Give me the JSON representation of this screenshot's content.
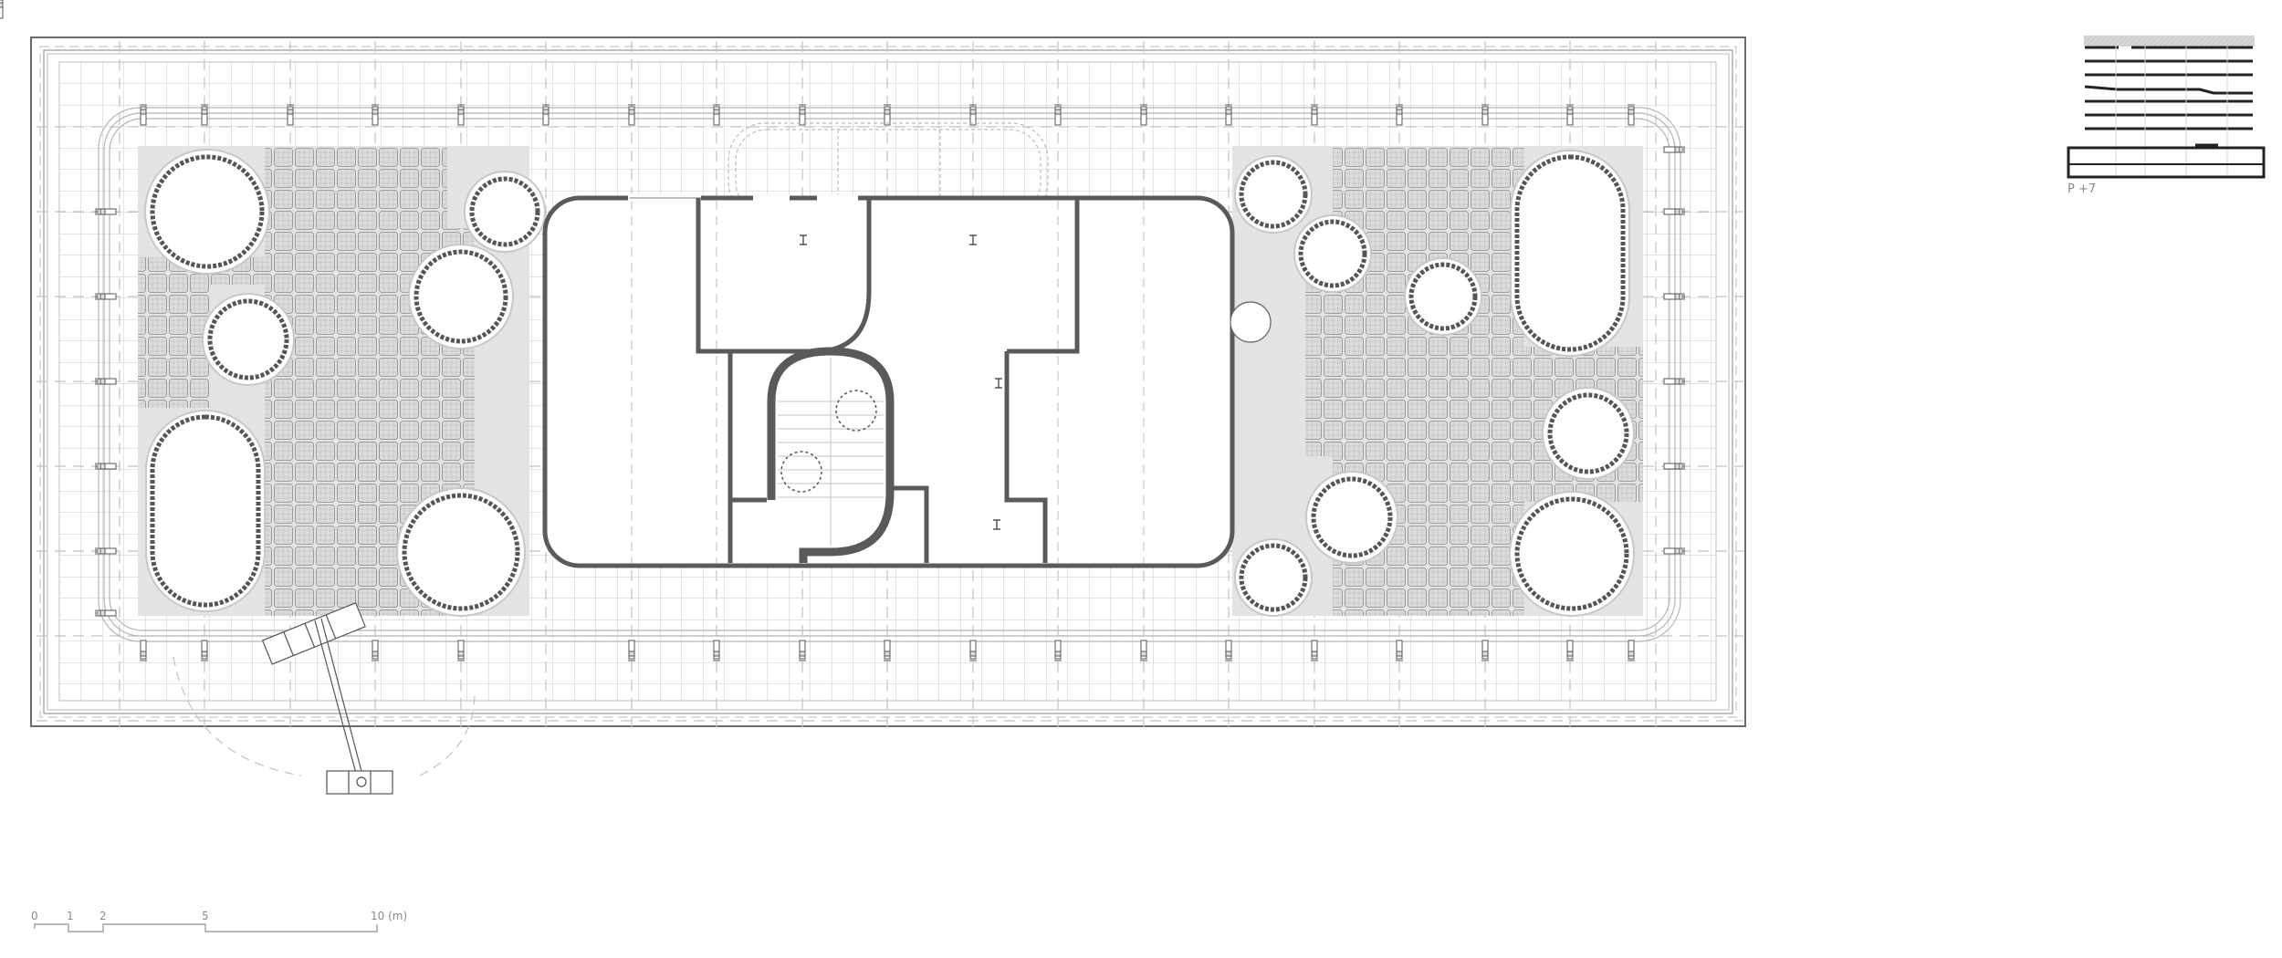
{
  "drawing": {
    "type": "architectural floor plan",
    "level_label": "P +7",
    "colors": {
      "wall": "#5a5a5a",
      "grid": "#c9c9c9",
      "paving": "#e2e2e2",
      "planter_ring": "#555555",
      "frame": "#707070"
    }
  },
  "scale_bar": {
    "ticks": [
      "0",
      "1",
      "2",
      "5",
      "10 (m)"
    ]
  },
  "key_plan": {
    "label": "P +7"
  }
}
